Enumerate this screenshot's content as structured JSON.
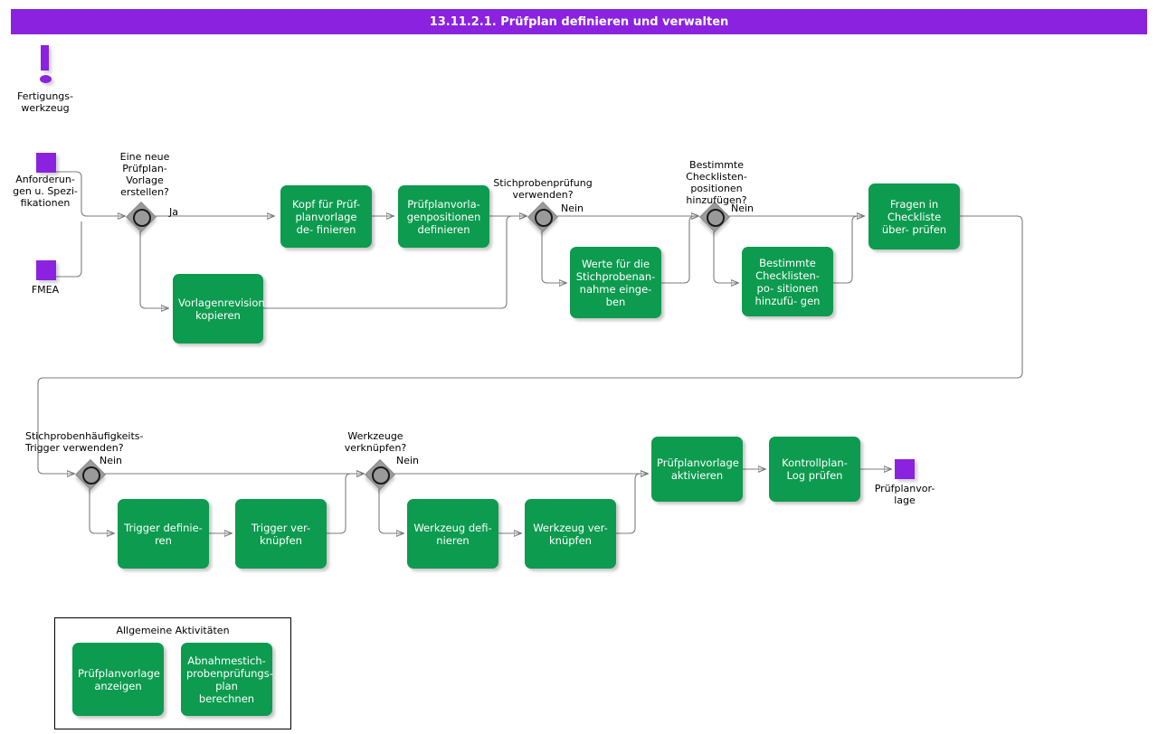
{
  "header": {
    "title": "13.11.2.1. Prüfplan definieren und verwalten",
    "bar_color": "#8a22e0"
  },
  "palette": {
    "task_green": "#0d9b4f",
    "data_purple": "#8a22e0",
    "gateway_gray": "#9a9a9a",
    "edge_gray": "#7c7c7c",
    "text_white": "#ffffff",
    "text_black": "#000000"
  },
  "marker": {
    "icon": "exclamation-icon",
    "label": "Fertigungs-\nwerkzeug"
  },
  "data_objects": [
    {
      "id": "anforderungen",
      "label": "Anforderun-\ngen u. Spezi-\nfikationen"
    },
    {
      "id": "fmea",
      "label": "FMEA"
    },
    {
      "id": "pruefplanvorlage",
      "label": "Prüfplanvor-\nlage"
    }
  ],
  "gateways": [
    {
      "id": "gw-neue-vorlage",
      "question": "Eine neue\nPrüfplan-\nVorlage\nerstellen?",
      "yes_label": "Ja",
      "no_label": ""
    },
    {
      "id": "gw-stichprobenpruefung",
      "question": "Stichprobenprüfung\nverwenden?",
      "yes_label": "",
      "no_label": "Nein"
    },
    {
      "id": "gw-checklistenpositionen",
      "question": "Bestimmte\nChecklisten-\npositionen\nhinzufügen?",
      "yes_label": "",
      "no_label": "Nein"
    },
    {
      "id": "gw-stichprobenhaeufigkeit",
      "question": "Stichprobenhäufigkeits-\nTrigger    verwenden?",
      "yes_label": "",
      "no_label": "Nein"
    },
    {
      "id": "gw-werkzeuge",
      "question": "Werkzeuge\nverknüpfen?",
      "yes_label": "",
      "no_label": "Nein"
    }
  ],
  "tasks": [
    {
      "id": "kopf-pruefplanvorlage",
      "label": "Kopf für Prüf-\nplanvorlage de-\nfinieren"
    },
    {
      "id": "pruefplanvorlagenpositionen",
      "label": "Prüfplanvorla-\ngenpositionen\ndefinieren"
    },
    {
      "id": "vorlagenrevision-kopieren",
      "label": "Vorlagenrevision\nkopieren"
    },
    {
      "id": "werte-stichprobenannahme",
      "label": "Werte für die\nStichprobenan-\nnahme   einge-\nben"
    },
    {
      "id": "bestimmte-checklistenpositionen",
      "label": "Bestimmte\nChecklisten- po-\nsitionen hinzufü-\ngen"
    },
    {
      "id": "fragen-checkliste-ueberpruefen",
      "label": "Fragen in\nCheckliste über-\nprüfen"
    },
    {
      "id": "trigger-definieren",
      "label": "Trigger definie-\nren"
    },
    {
      "id": "trigger-verknuepfen",
      "label": "Trigger ver-\nknüpfen"
    },
    {
      "id": "werkzeug-definieren",
      "label": "Werkzeug defi-\nnieren"
    },
    {
      "id": "werkzeug-verknuepfen",
      "label": "Werkzeug ver-\nknüpfen"
    },
    {
      "id": "pruefplanvorlage-aktivieren",
      "label": "Prüfplanvorlage\naktivieren"
    },
    {
      "id": "kontrollplan-log-pruefen",
      "label": "Kontrollplan-Log\nprüfen"
    }
  ],
  "legend": {
    "title": "Allgemeine Aktivitäten",
    "tasks": [
      {
        "id": "pruefplanvorlage-anzeigen",
        "label": "Prüfplanvorlage\nanzeigen"
      },
      {
        "id": "abnahmestichprobenpruefungsplan-berechnen",
        "label": "Abnahmestich-\nprobenprüfungs-\nplan   berechnen"
      }
    ]
  }
}
